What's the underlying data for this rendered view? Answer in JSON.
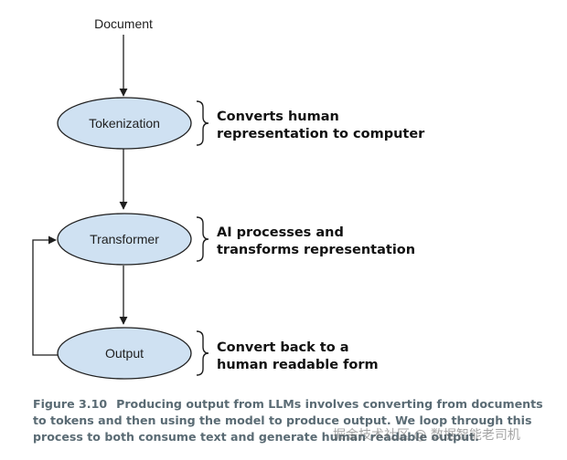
{
  "diagram": {
    "input_label": "Document",
    "nodes": [
      {
        "label": "Tokenization",
        "note_lines": [
          "Converts human",
          "representation to computer"
        ]
      },
      {
        "label": "Transformer",
        "note_lines": [
          "AI processes and",
          "transforms representation"
        ]
      },
      {
        "label": "Output",
        "note_lines": [
          "Convert back to a",
          "human readable form"
        ]
      }
    ],
    "colors": {
      "node_fill": "#cfe1f2",
      "node_stroke": "#1f1f1f",
      "arrow": "#1f1f1f",
      "caption": "#5a6b74"
    }
  },
  "caption": {
    "label": "Figure 3.10",
    "text": "Producing output from LLMs involves converting from documents to tokens and then using the model to produce output. We loop through this process to both consume text and generate human readable output."
  },
  "watermark": "掘金技术社区 @ 数据智能老司机"
}
